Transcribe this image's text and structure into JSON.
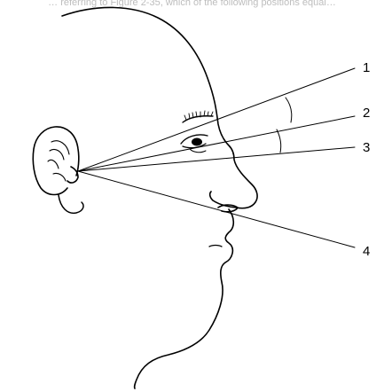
{
  "caption": {
    "text": "… referring to Figure 2-35, which of the following positions equal…"
  },
  "figure": {
    "callouts": [
      {
        "id": "1",
        "label": "1"
      },
      {
        "id": "2",
        "label": "2"
      },
      {
        "id": "3",
        "label": "3"
      },
      {
        "id": "4",
        "label": "4"
      }
    ],
    "colors": {
      "ink": "#000000",
      "background": "#ffffff",
      "caption": "#bdbdbd"
    }
  }
}
